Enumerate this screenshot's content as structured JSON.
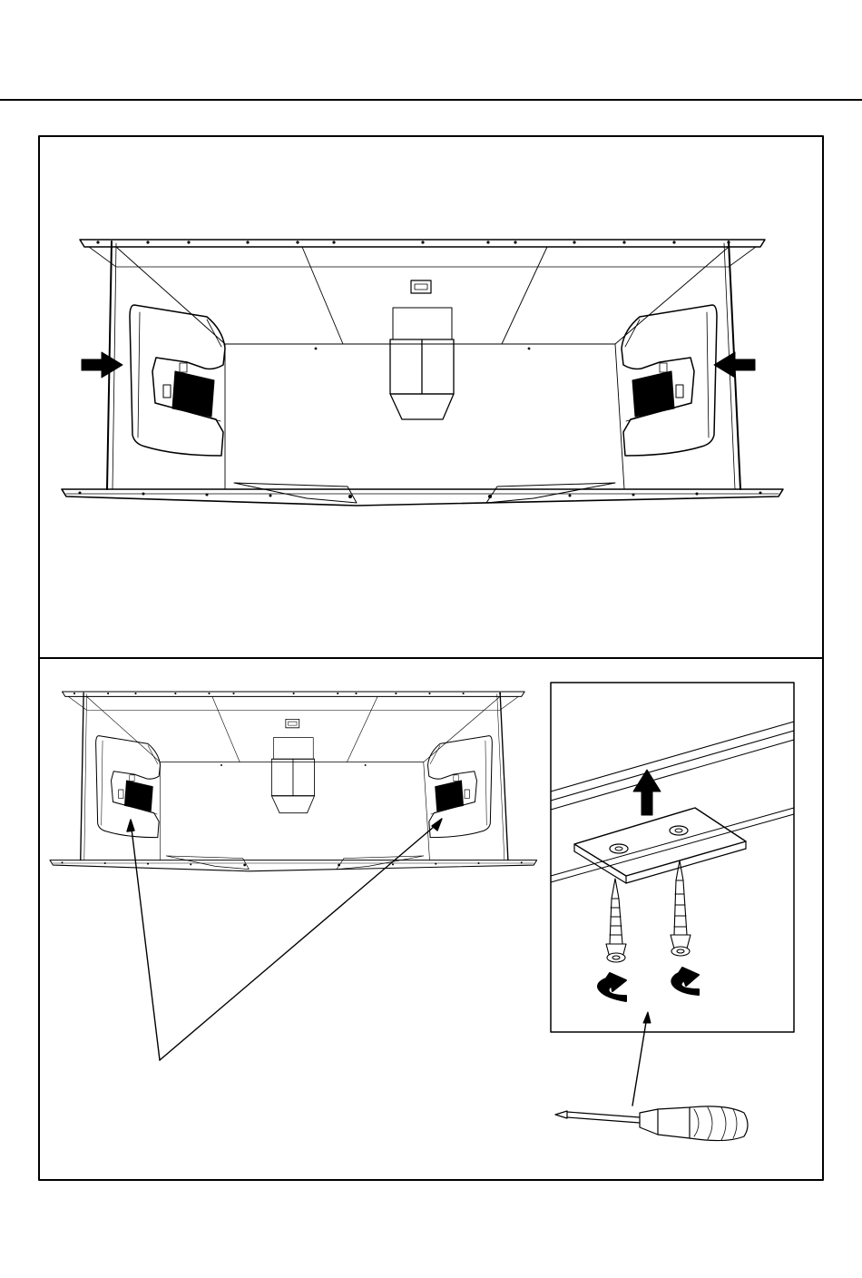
{
  "page": {
    "background": "#ffffff",
    "ink": "#000000"
  },
  "panels": [
    {
      "id": "panel-1",
      "content": "hood-side-arrows"
    },
    {
      "id": "panel-2",
      "content": "hood-filters-and-screw-detail"
    }
  ],
  "icons": [
    "arrow-left-icon",
    "arrow-right-icon",
    "arrow-up-icon",
    "rotate-icon",
    "screwdriver-icon",
    "screw-icon",
    "filter-icon"
  ]
}
